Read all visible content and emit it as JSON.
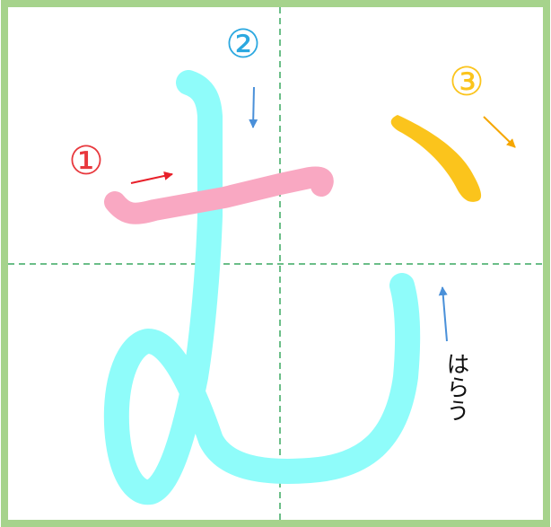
{
  "labels": {
    "stroke1": "①",
    "stroke2": "②",
    "stroke3": "③",
    "harau": "はらう"
  },
  "colors": {
    "frame_border": "#a6d38c",
    "guide_line": "#3aa860",
    "stroke1": "#f9a8c2",
    "stroke2": "#8ffcfa",
    "stroke3": "#fbc41c",
    "label1": "#e8383d",
    "label2": "#2ba8e0",
    "label3": "#fbc41c",
    "arrow1": "#e8202a",
    "arrow2": "#4a90d9",
    "arrow3": "#f5a600",
    "arrow_harau": "#4a90d9"
  },
  "icons": {
    "stroke1_direction": "arrow-right-icon",
    "stroke2_direction": "arrow-down-icon",
    "stroke3_direction": "arrow-down-right-icon",
    "harau_direction": "arrow-up-icon"
  }
}
